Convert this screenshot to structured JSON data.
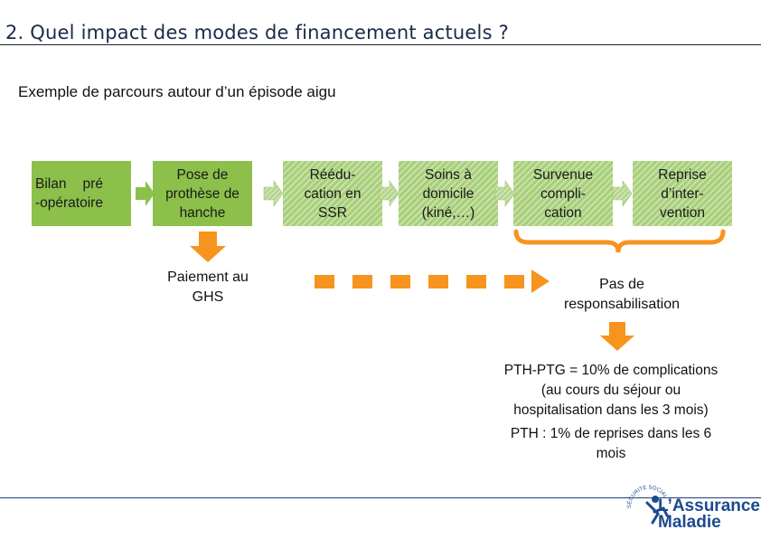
{
  "header": {
    "title": "2. Quel impact des modes de financement actuels ?"
  },
  "subtitle": "Exemple de parcours autour d’un épisode aigu",
  "steps": [
    {
      "label": "Bilan    pré\n-opératoire",
      "style": "solid"
    },
    {
      "label": "Pose de\nprothèse de\nhanche",
      "style": "solid"
    },
    {
      "label": "Réédu-\ncation en\nSSR",
      "style": "hatched"
    },
    {
      "label": "Soins à\ndomicile\n(kiné,…)",
      "style": "hatched"
    },
    {
      "label": "Survenue\ncompli-\ncation",
      "style": "hatched"
    },
    {
      "label": "Reprise\nd’inter-\nvention",
      "style": "hatched"
    }
  ],
  "annotations": {
    "payment": "Paiement au\nGHS",
    "no_responsibility": "Pas de\nresponsabilisation",
    "stat_complications": "PTH-PTG = 10% de complications\n(au cours du séjour ou\nhospitalisation dans les 3 mois)",
    "stat_reprises": "PTH : 1% de reprises dans les 6\nmois"
  },
  "logo": {
    "name_line1": "L’Assurance",
    "name_line2": "Maladie",
    "seal_text": "SÉCURITÉ SOCIALE"
  },
  "colors": {
    "box_green": "#8cc04b",
    "box_hatched": "#a7cf78",
    "arrow_orange": "#f7941d",
    "logo_blue": "#1c4a8f"
  }
}
